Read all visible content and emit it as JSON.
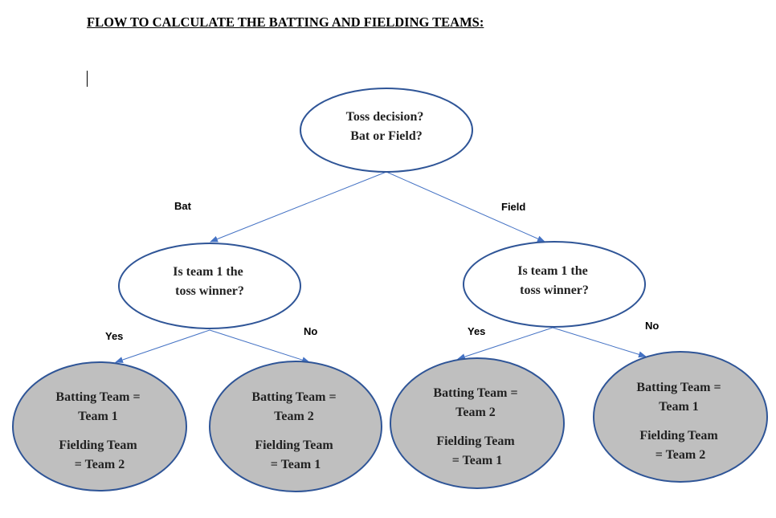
{
  "title": "FLOW TO CALCULATE THE BATTING AND FIELDING TEAMS:",
  "colors": {
    "node_stroke": "#2f5597",
    "decision_fill": "#ffffff",
    "result_fill": "#bfbfbf",
    "edge": "#4472c4"
  },
  "nodes": {
    "root": {
      "lines": [
        "Toss decision?",
        "Bat or Field?"
      ]
    },
    "bat_question": {
      "lines": [
        "Is team 1 the",
        "toss winner?"
      ]
    },
    "field_question": {
      "lines": [
        "Is team 1 the",
        "toss winner?"
      ]
    },
    "bat_yes_result": {
      "lines": [
        "Batting Team =",
        "Team 1",
        "Fielding Team",
        "= Team 2"
      ]
    },
    "bat_no_result": {
      "lines": [
        "Batting Team =",
        "Team 2",
        "Fielding Team",
        "= Team 1"
      ]
    },
    "field_yes_result": {
      "lines": [
        "Batting Team =",
        "Team 2",
        "Fielding Team",
        "= Team 1"
      ]
    },
    "field_no_result": {
      "lines": [
        "Batting Team =",
        "Team 1",
        "Fielding Team",
        "= Team 2"
      ]
    }
  },
  "edge_labels": {
    "bat": "Bat",
    "field": "Field",
    "bat_yes": "Yes",
    "bat_no": "No",
    "field_yes": "Yes",
    "field_no": "No"
  }
}
